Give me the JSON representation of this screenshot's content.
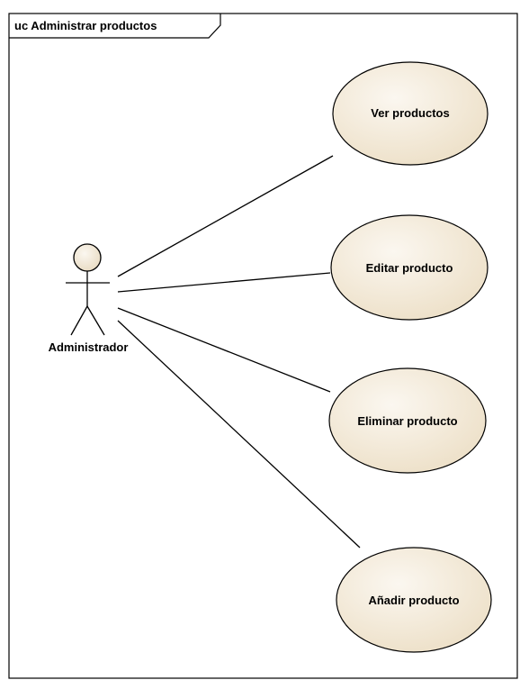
{
  "diagram": {
    "frame_title": "uc Administrar productos",
    "actor": {
      "name": "Administrador",
      "icon": "stick-figure-actor"
    },
    "use_cases": [
      {
        "label": "Ver productos"
      },
      {
        "label": "Editar producto"
      },
      {
        "label": "Eliminar producto"
      },
      {
        "label": "Añadir producto"
      }
    ],
    "colors": {
      "use_case_fill_light": "#fbf7f0",
      "use_case_fill_dark": "#ede0c8",
      "actor_head_fill": "#f2e8d6",
      "stroke": "#000000",
      "background": "#ffffff"
    }
  }
}
